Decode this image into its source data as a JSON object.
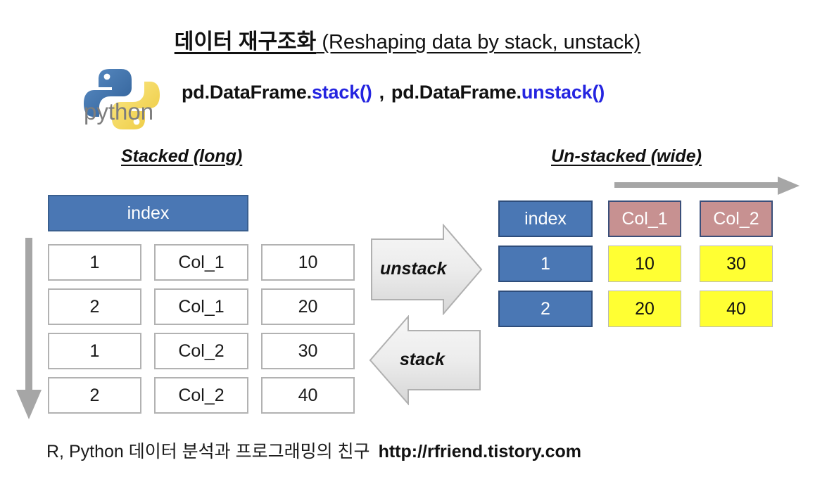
{
  "title": {
    "korean": "데이터 재구조화",
    "english": " (Reshaping data by stack, unstack)"
  },
  "logo": {
    "name": "python-logo",
    "wordmark": "python",
    "colors": {
      "blue": "#3b6ea5",
      "yellow": "#f2d64b",
      "text": "#7a7a7a"
    }
  },
  "code_line": {
    "part1_black": "pd.DataFrame.",
    "part1_blue": "stack()",
    "separator": ",",
    "part2_black": "pd.DataFrame.",
    "part2_blue": "unstack()",
    "colors": {
      "black": "#111111",
      "blue": "#2424e0"
    }
  },
  "captions": {
    "left": "Stacked (long)",
    "right": "Un-stacked (wide)"
  },
  "long_table": {
    "index_header": "index",
    "rows": [
      {
        "index": "1",
        "column": "Col_1",
        "value": "10"
      },
      {
        "index": "2",
        "column": "Col_1",
        "value": "20"
      },
      {
        "index": "1",
        "column": "Col_2",
        "value": "30"
      },
      {
        "index": "2",
        "column": "Col_2",
        "value": "40"
      }
    ],
    "colors": {
      "header_fill": "#4a77b4",
      "header_text": "#ffffff",
      "cell_fill": "#ffffff",
      "cell_border": "#b2b2b2"
    }
  },
  "wide_table": {
    "headers": {
      "index": "index",
      "col1": "Col_1",
      "col2": "Col_2"
    },
    "rows": [
      {
        "index": "1",
        "col1": "10",
        "col2": "30"
      },
      {
        "index": "2",
        "col1": "20",
        "col2": "40"
      }
    ],
    "colors": {
      "index_fill": "#4a77b4",
      "header_fill": "#c79191",
      "header_border": "#3a4f7a",
      "value_fill": "#ffff33"
    }
  },
  "arrows": {
    "unstack_label": "unstack",
    "stack_label": "stack",
    "row_direction_icon": "down-arrow",
    "column_direction_icon": "right-arrow",
    "color": "#a6a6a6"
  },
  "footer": {
    "korean": "R, Python 데이터 분석과 프로그래밍의 친구",
    "url": "http://rfriend.tistory.com"
  }
}
